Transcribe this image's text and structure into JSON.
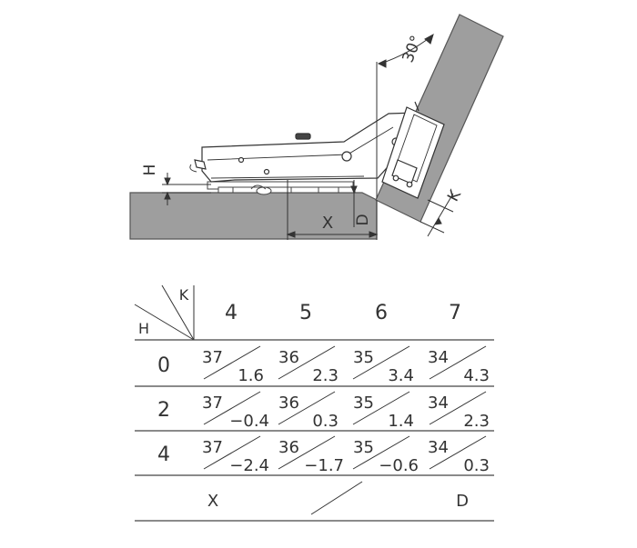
{
  "drawing": {
    "angle_label": "30°",
    "h_label": "H",
    "k_label": "K",
    "x_label": "X",
    "d_label": "D"
  },
  "table": {
    "corner_k": "K",
    "corner_h": "H",
    "k_values": [
      "4",
      "5",
      "6",
      "7"
    ],
    "rows": [
      {
        "h": "0",
        "cells": [
          {
            "x": "37",
            "d": "1.6"
          },
          {
            "x": "36",
            "d": "2.3"
          },
          {
            "x": "35",
            "d": "3.4"
          },
          {
            "x": "34",
            "d": "4.3"
          }
        ]
      },
      {
        "h": "2",
        "cells": [
          {
            "x": "37",
            "d": "−0.4"
          },
          {
            "x": "36",
            "d": "0.3"
          },
          {
            "x": "35",
            "d": "1.4"
          },
          {
            "x": "34",
            "d": "2.3"
          }
        ]
      },
      {
        "h": "4",
        "cells": [
          {
            "x": "37",
            "d": "−2.4"
          },
          {
            "x": "36",
            "d": "−1.7"
          },
          {
            "x": "35",
            "d": "−0.6"
          },
          {
            "x": "34",
            "d": "0.3"
          }
        ]
      }
    ],
    "legend_x": "X",
    "legend_d": "D"
  }
}
